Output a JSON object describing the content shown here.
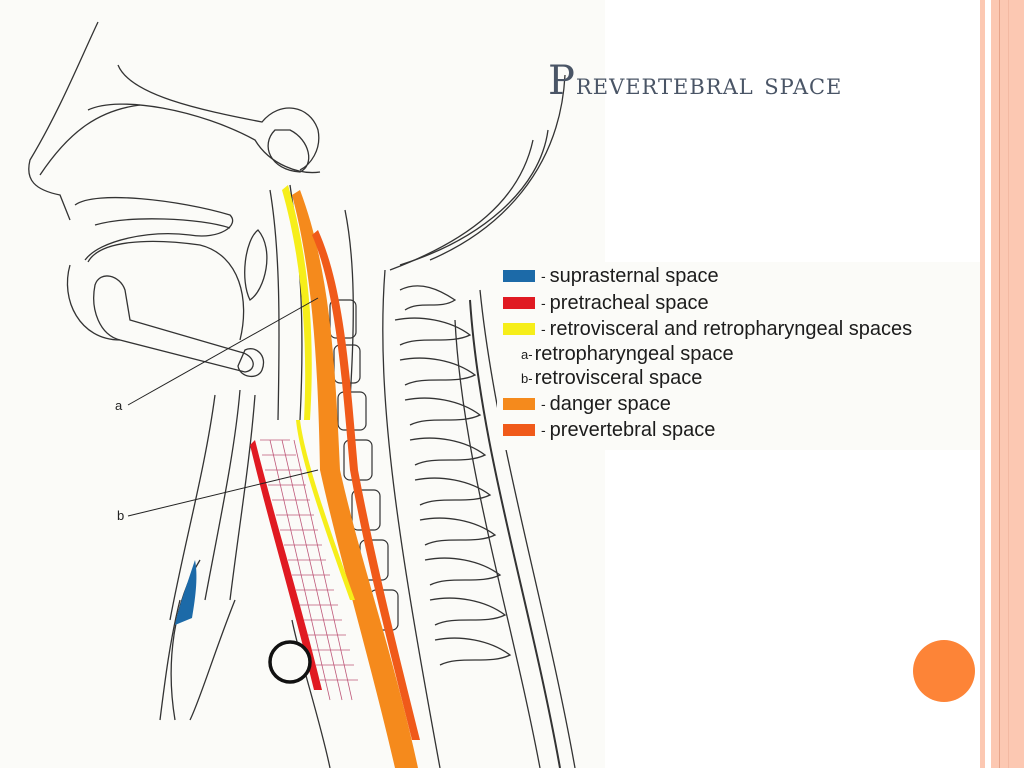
{
  "slide": {
    "title_first": "P",
    "title_rest": "revertebral space",
    "full_title": "Prevertebral space"
  },
  "illustration": {
    "labels": {
      "a": "a",
      "b": "b"
    }
  },
  "legend": {
    "items": [
      {
        "color": "#1c6aa8",
        "prefix": "-",
        "label": "suprasternal space"
      },
      {
        "color": "#e01a22",
        "prefix": "-",
        "label": "pretracheal space"
      },
      {
        "color": "#f6ee1a",
        "prefix": "-",
        "label": "retrovisceral and retropharyngeal spaces"
      },
      {
        "color": null,
        "prefix": "a-",
        "label": "retropharyngeal space"
      },
      {
        "color": null,
        "prefix": "b-",
        "label": "retrovisceral space"
      },
      {
        "color": "#f58a1c",
        "prefix": "-",
        "label": "danger space"
      },
      {
        "color": "#f05a1a",
        "prefix": "-",
        "label": "prevertebral space"
      }
    ]
  },
  "decor": {
    "bullet_color": "#fd8437",
    "stripe_color": "#fcc8b2",
    "stripe_line_color": "#e6a48a"
  }
}
